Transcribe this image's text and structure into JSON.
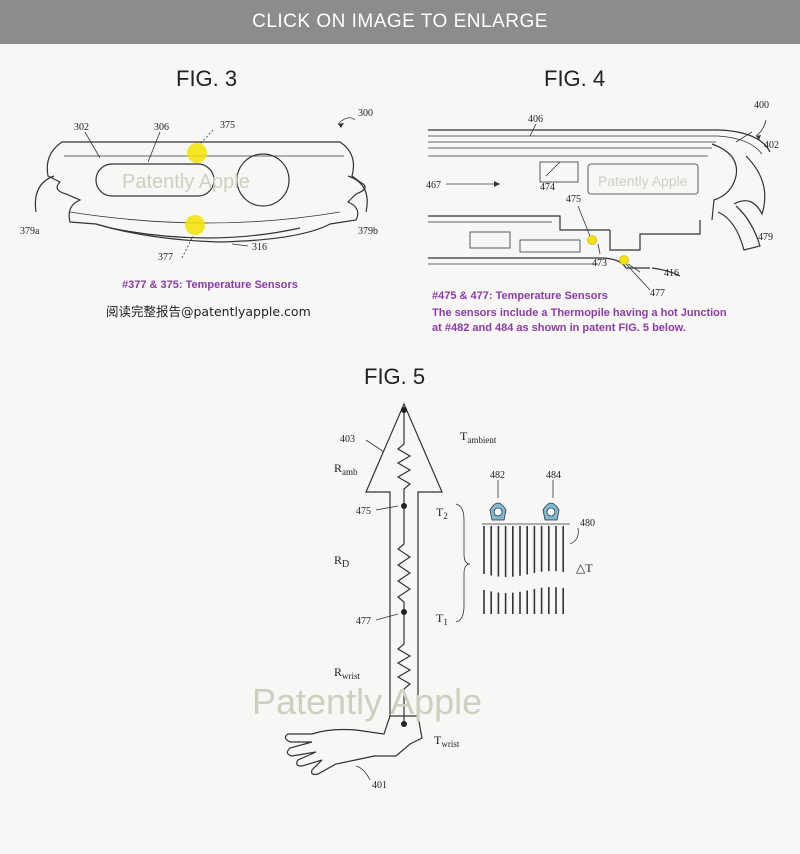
{
  "header": {
    "title": "CLICK ON IMAGE TO ENLARGE"
  },
  "fig3": {
    "title": "FIG. 3",
    "refs": {
      "r300": "300",
      "r302": "302",
      "r306": "306",
      "r375": "375",
      "r377": "377",
      "r316": "316",
      "r379a": "379a",
      "r379b": "379b"
    },
    "caption": "#377 & 375: Temperature Sensors",
    "chinese_text": "阅读完整报告@patentlyapple.com",
    "watermark": "Patently Apple"
  },
  "fig4": {
    "title": "FIG. 4",
    "refs": {
      "r400": "400",
      "r402": "402",
      "r406": "406",
      "r467": "467",
      "r474": "474",
      "r475": "475",
      "r473": "473",
      "r416": "416",
      "r477": "477",
      "r479": "479"
    },
    "caption": "#475 & 477: Temperature Sensors",
    "description_line1": "The sensors include a Thermopile having a hot Junction",
    "description_line2": "at #482 and 484 as shown in patent FIG. 5 below.",
    "watermark": "Patently Apple"
  },
  "fig5": {
    "title": "FIG. 5",
    "refs": {
      "r403": "403",
      "r475": "475",
      "r477": "477",
      "r401": "401",
      "r482": "482",
      "r484": "484",
      "r480": "480"
    },
    "labels": {
      "t_ambient": "T",
      "t_ambient_sub": "ambient",
      "r_amb": "R",
      "r_amb_sub": "amb",
      "r_d": "R",
      "r_d_sub": "D",
      "r_wrist": "R",
      "r_wrist_sub": "wrist",
      "t_wrist": "T",
      "t_wrist_sub": "wrist",
      "t2": "T",
      "t2_sub": "2",
      "t1": "T",
      "t1_sub": "1",
      "delta_t": "△T"
    },
    "watermark": "Patently Apple"
  },
  "colors": {
    "sensor_yellow": "#f2e400",
    "junction_blue": "#7fb9d6",
    "caption_purple": "#8b3aa8",
    "topbar_gray": "#8c8c8c"
  }
}
